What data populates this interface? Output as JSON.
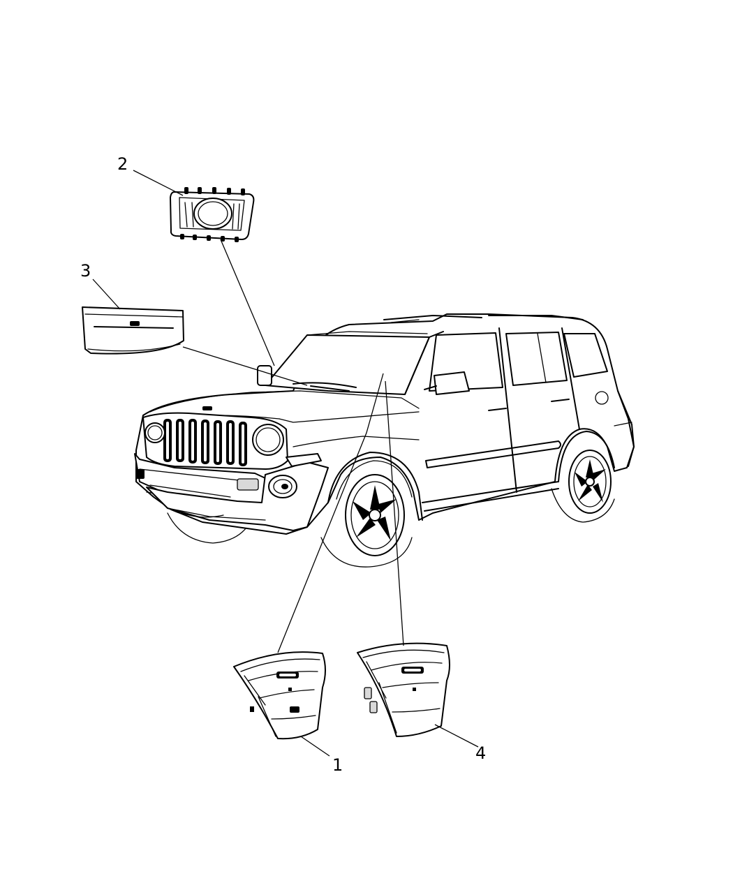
{
  "callouts": [
    {
      "id": "1",
      "label": "1"
    },
    {
      "id": "2",
      "label": "2"
    },
    {
      "id": "3",
      "label": "3"
    },
    {
      "id": "4",
      "label": "4"
    }
  ],
  "icons": {
    "vehicle": "suv-vehicle-icon",
    "part_1": "driver-airbag-module-icon",
    "part_2": "occupant-classification-camera-icon",
    "part_3": "passenger-airbag-cover-icon",
    "part_4": "driver-airbag-module-with-controls-icon"
  },
  "colors": {
    "line": "#000000",
    "background": "#ffffff"
  }
}
